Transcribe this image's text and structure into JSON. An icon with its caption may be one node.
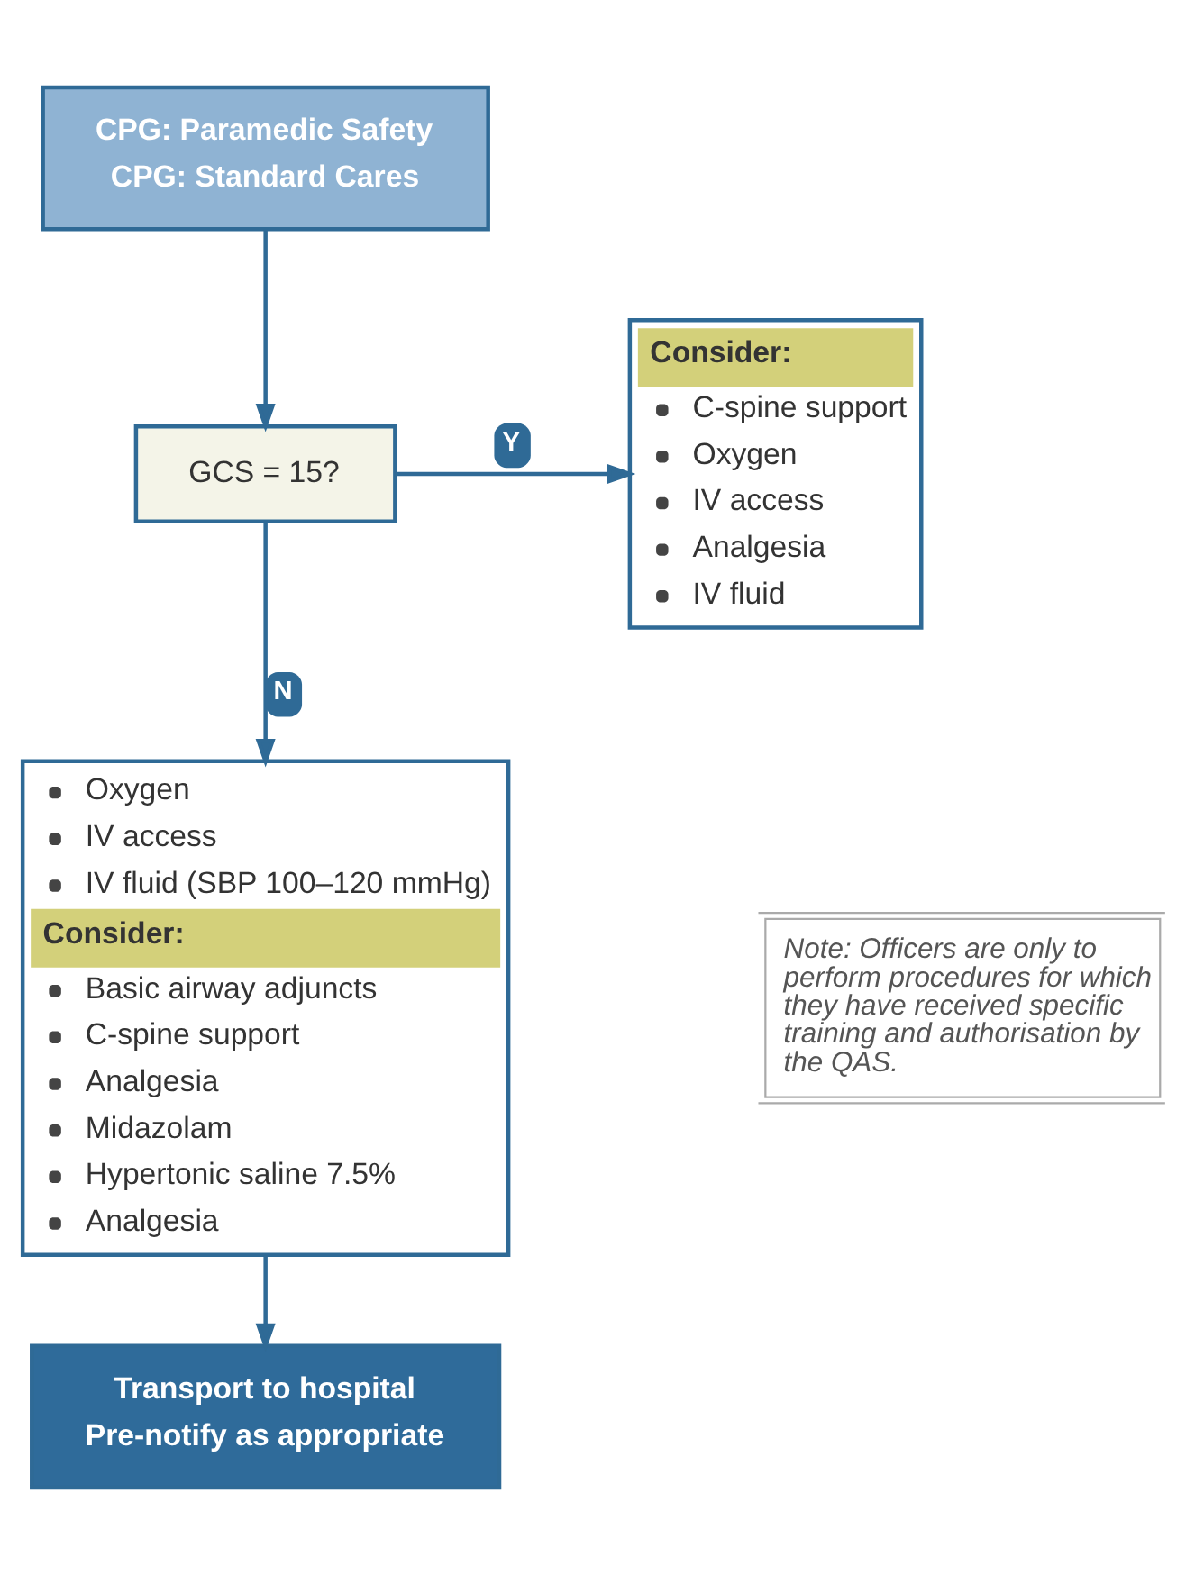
{
  "diagram": {
    "nodes": [
      {
        "text": [
          "CPG: Paramedic Safety",
          "CPG: Standard Cares"
        ]
      },
      {
        "text": [
          "GCS = 15?"
        ]
      },
      {
        "text": [
          "Consider:",
          "C-spine support",
          "Oxygen",
          "IV access",
          "Analgesia",
          "IV fluid"
        ]
      },
      {
        "text": [
          "Oxygen",
          "IV access",
          "IV fluid (SBP 100–120 mmHg)",
          "Consider:",
          "Basic airway adjuncts",
          "C-spine support",
          "Analgesia",
          "Midazolam",
          "Hypertonic saline 7.5%",
          "Analgesia"
        ]
      },
      {
        "text": [
          "Transport to hospital",
          "Pre-notify as appropriate"
        ]
      }
    ],
    "edges": [
      {
        "from": 0,
        "to": 1,
        "arrow": "to"
      },
      {
        "from": 1,
        "to": 2,
        "arrow": "to",
        "label": "Y"
      },
      {
        "from": 1,
        "to": 3,
        "arrow": "to",
        "label": "N"
      },
      {
        "from": 3,
        "to": 4,
        "arrow": "to"
      }
    ],
    "labels": [
      "Note: Officers are only to perform procedures for which they have received specific training and authorisation by the QAS."
    ]
  }
}
